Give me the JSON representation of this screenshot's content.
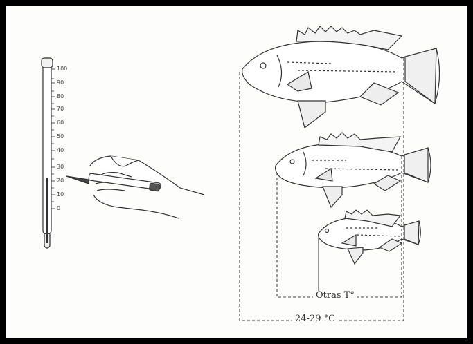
{
  "thermometer": {
    "scale": [
      "100",
      "90",
      "80",
      "70",
      "60",
      "50",
      "40",
      "30",
      "20",
      "10",
      "0"
    ],
    "reading": 24
  },
  "labels": {
    "other_temp": "Otras T°",
    "optimal_range": "24-29 °C"
  },
  "colors": {
    "ink": "#333333",
    "frame": "#000000",
    "paper": "#fdfdfb"
  }
}
